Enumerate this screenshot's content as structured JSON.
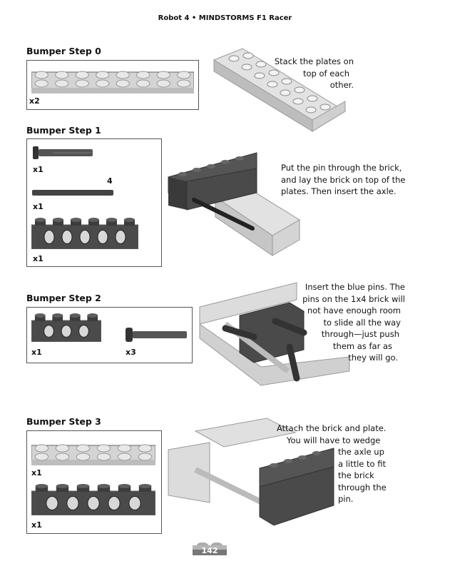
{
  "header": "Robot 4 • MINDSTORMS F1 Racer",
  "steps": [
    {
      "title": "Bumper Step 0",
      "parts": [
        {
          "qty": "x2"
        }
      ],
      "instructions": [
        "Stack the plates on",
        "top of each",
        "other."
      ]
    },
    {
      "title": "Bumper Step 1",
      "parts": [
        {
          "qty": "x1"
        },
        {
          "qty": "x1",
          "length_label": "4"
        },
        {
          "qty": "x1"
        }
      ],
      "instructions": [
        "Put the pin through the brick,",
        "and lay the brick on top of the",
        "plates. Then insert the axle."
      ]
    },
    {
      "title": "Bumper Step 2",
      "parts": [
        {
          "qty": "x1"
        },
        {
          "qty": "x3"
        }
      ],
      "instructions": [
        "Insert the blue pins. The",
        "pins on the 1x4 brick will",
        "not have enough room",
        "to slide all the way",
        "through—just push",
        "them as far as",
        "they will go."
      ]
    },
    {
      "title": "Bumper Step 3",
      "parts": [
        {
          "qty": "x1"
        },
        {
          "qty": "x1"
        }
      ],
      "instructions": [
        "Attach the brick and plate.",
        "You will have to wedge",
        "the axle up",
        "a little to fit",
        "the brick",
        "through the",
        "pin."
      ]
    }
  ],
  "page_number": "142",
  "colors": {
    "light_grey": "#d4d4d4",
    "dark_grey": "#4a4a4a",
    "border": "#555555"
  }
}
